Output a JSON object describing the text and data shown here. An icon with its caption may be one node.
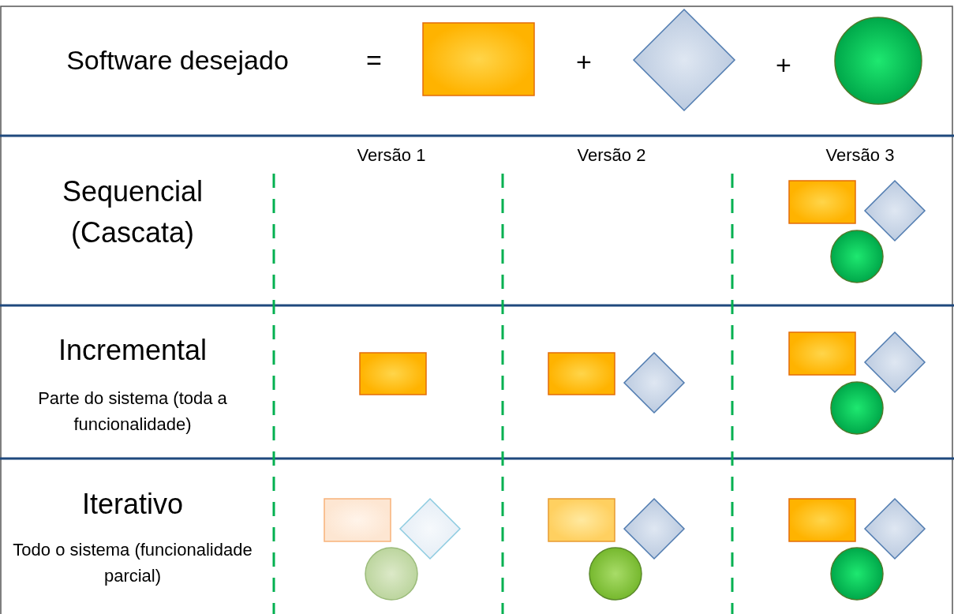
{
  "diagram": {
    "nodes": [
      {
        "text": [],
        "shape": "box"
      },
      {
        "text": [],
        "shape": "diamond"
      },
      {
        "text": [],
        "shape": "circle"
      },
      {
        "text": [],
        "shape": "box"
      },
      {
        "text": [],
        "shape": "diamond"
      },
      {
        "text": [],
        "shape": "circle"
      },
      {
        "text": [],
        "shape": "box"
      },
      {
        "text": [],
        "shape": "box"
      },
      {
        "text": [],
        "shape": "diamond"
      },
      {
        "text": [],
        "shape": "box"
      },
      {
        "text": [],
        "shape": "diamond"
      },
      {
        "text": [],
        "shape": "circle"
      },
      {
        "text": [],
        "shape": "box"
      },
      {
        "text": [],
        "shape": "diamond"
      },
      {
        "text": [],
        "shape": "circle"
      },
      {
        "text": [],
        "shape": "box"
      },
      {
        "text": [],
        "shape": "diamond"
      },
      {
        "text": [],
        "shape": "circle"
      },
      {
        "text": [],
        "shape": "box"
      },
      {
        "text": [],
        "shape": "diamond"
      },
      {
        "text": [],
        "shape": "circle"
      }
    ],
    "labels": [
      "Software desejado",
      "=",
      "+",
      "+",
      "Versão 1",
      "Versão 2",
      "Versão 3",
      "Sequencial (Cascata)",
      "Incremental",
      "Parte do sistema (toda a funcionalidade)",
      "Iterativo",
      "Todo o sistema (funcionalidade parcial)"
    ]
  }
}
